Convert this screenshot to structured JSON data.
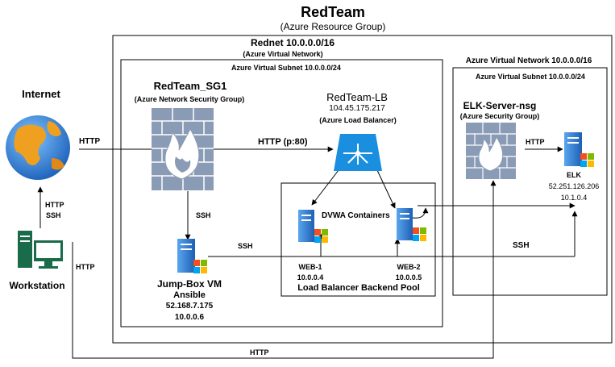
{
  "title": "RedTeam",
  "subtitle": "(Azure Resource Group)",
  "vnet1": {
    "name": "Rednet 10.0.0.0/16",
    "kind": "(Azure Virtual Network)"
  },
  "subnet1": {
    "name": "Azure Virtual Subnet 10.0.0.0/24"
  },
  "vnet2": {
    "name": "Azure Virtual Network 10.0.0.0/16"
  },
  "subnet2": {
    "name": "Azure Virtual Subnet 10.0.0.0/24"
  },
  "internet": {
    "label": "Internet"
  },
  "workstation": {
    "label": "Workstation"
  },
  "nsg1": {
    "name": "RedTeam_SG1",
    "kind": "(Azure Network Security Group)"
  },
  "lb": {
    "name": "RedTeam-LB",
    "ip": "104.45.175.217",
    "kind": "(Azure Load Balancer)"
  },
  "nsg2": {
    "name": "ELK-Server-nsg",
    "kind": "(Azure Security Group)"
  },
  "elk": {
    "name": "ELK",
    "ip": "52.251.126.206",
    "private_ip": "10.1.0.4"
  },
  "jumpbox": {
    "name": "Jump-Box VM",
    "role": "Ansible",
    "ip": "52.168.7.175",
    "private_ip": "10.0.0.6"
  },
  "pool": {
    "label": "Load Balancer Backend Pool",
    "containers": "DVWA Containers"
  },
  "web1": {
    "name": "WEB-1",
    "ip": "10.0.0.4"
  },
  "web2": {
    "name": "WEB-2",
    "ip": "10.0.0.5"
  },
  "edges": {
    "internet_http": "HTTP",
    "nsg_lb": "HTTP (p:80)",
    "nsg_elk": "HTTP",
    "nsg_jump": "SSH",
    "ws_up_http": "HTTP",
    "ws_up_ssh": "SSH",
    "ws_left_http": "HTTP",
    "bottom_http": "HTTP",
    "jump_ssh": "SSH",
    "elk_ssh": "SSH"
  },
  "colors": {
    "globe_blue": "#2d7fd6",
    "lb_blue": "#1a8fe0",
    "firewall_grey": "#8a9bb5",
    "flame_white": "#ffffff",
    "workstation_green": "#1a6b4a",
    "server_blue": "#2a7fd4"
  }
}
